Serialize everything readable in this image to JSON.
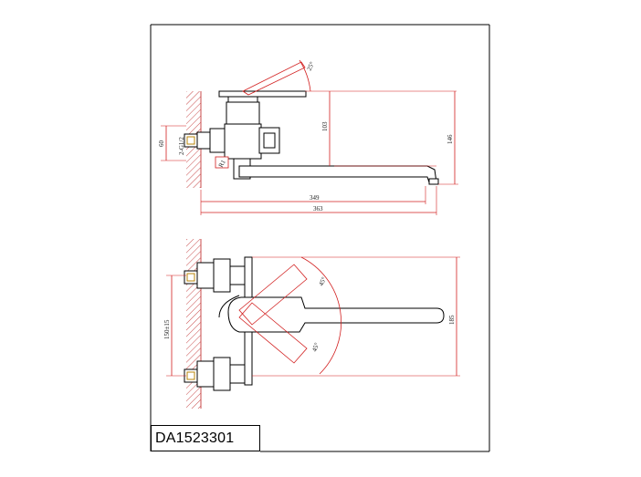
{
  "model": "DA1523301",
  "colors": {
    "outline": "#000000",
    "dimension": "#d21f1f",
    "wall_hatch": "#c84b4b"
  },
  "side_view": {
    "dim_width_inner": "349",
    "dim_width_outer": "363",
    "dim_height_handle": "103",
    "dim_height_total": "146",
    "dim_left_height": "60",
    "thread_label": "2-G1/2",
    "angle_handle": "25°",
    "dim_eccentric": "R1"
  },
  "front_view": {
    "dim_center_distance": "150±15",
    "dim_spout_length": "185",
    "angle_upper": "45°",
    "angle_lower": "45°"
  }
}
